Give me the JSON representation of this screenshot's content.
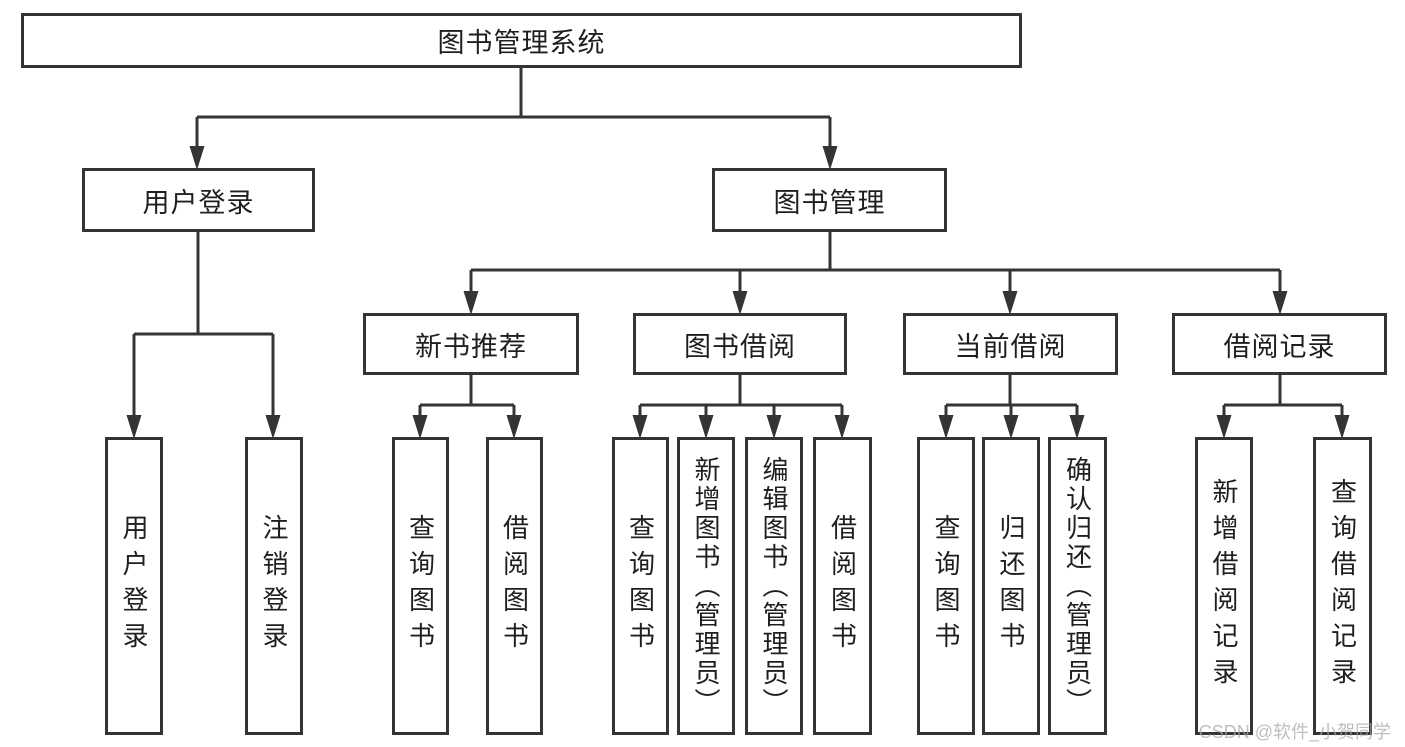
{
  "diagram": {
    "title": "图书管理系统",
    "branches": [
      {
        "label": "用户登录",
        "children": [
          {
            "label": "用户登录"
          },
          {
            "label": "注销登录"
          }
        ]
      },
      {
        "label": "图书管理",
        "children": [
          {
            "label": "新书推荐",
            "children": [
              {
                "label": "查询图书"
              },
              {
                "label": "借阅图书"
              }
            ]
          },
          {
            "label": "图书借阅",
            "children": [
              {
                "label": "查询图书"
              },
              {
                "label": "新增图书（管理员）"
              },
              {
                "label": "编辑图书（管理员）"
              },
              {
                "label": "借阅图书"
              }
            ]
          },
          {
            "label": "当前借阅",
            "children": [
              {
                "label": "查询图书"
              },
              {
                "label": "归还图书"
              },
              {
                "label": "确认归还（管理员）"
              }
            ]
          },
          {
            "label": "借阅记录",
            "children": [
              {
                "label": "新增借阅记录"
              },
              {
                "label": "查询借阅记录"
              }
            ]
          }
        ]
      }
    ]
  },
  "watermark": {
    "text": "CSDN @软件_小贺同学"
  },
  "colors": {
    "line": "#343434",
    "box_border": "#343434",
    "text": "#1f1f1f",
    "background": "#ffffff",
    "watermark": "#a9a9a9"
  }
}
